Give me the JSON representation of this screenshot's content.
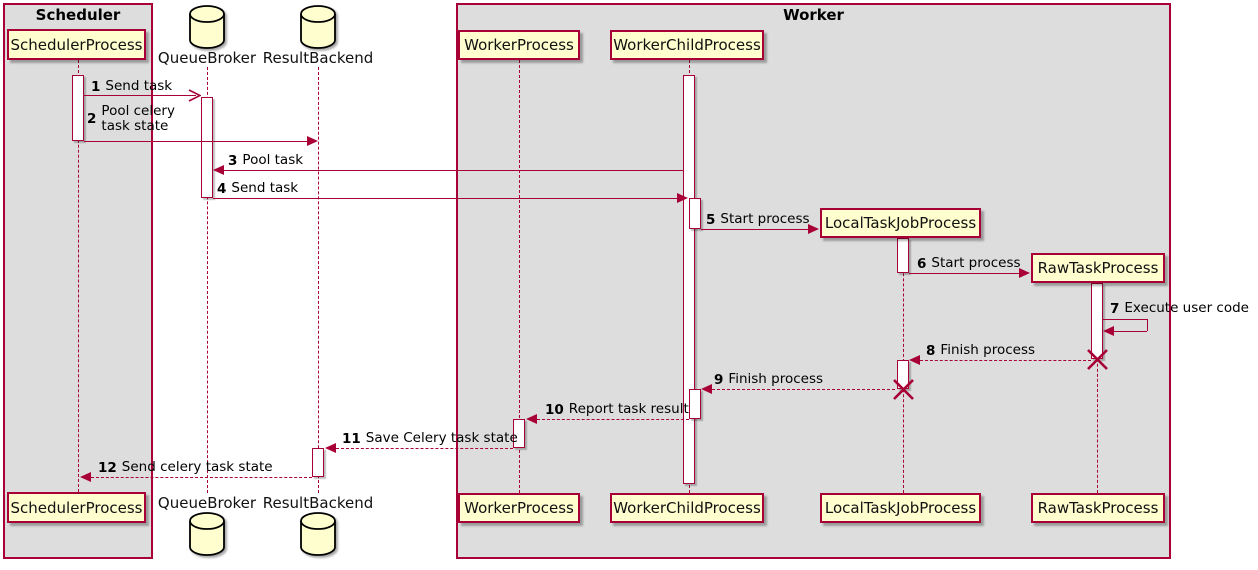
{
  "frames": {
    "scheduler": {
      "title": "Scheduler"
    },
    "worker": {
      "title": "Worker"
    }
  },
  "participants": {
    "scheduler_process": "SchedulerProcess",
    "queue_broker": "QueueBroker",
    "result_backend": "ResultBackend",
    "worker_process": "WorkerProcess",
    "worker_child_process": "WorkerChildProcess",
    "local_task_job_process": "LocalTaskJobProcess",
    "raw_task_process": "RawTaskProcess"
  },
  "messages": [
    {
      "num": "1",
      "text": "Send task"
    },
    {
      "num": "2",
      "text": "Pool celery\ntask state"
    },
    {
      "num": "3",
      "text": "Pool task"
    },
    {
      "num": "4",
      "text": "Send task"
    },
    {
      "num": "5",
      "text": "Start process"
    },
    {
      "num": "6",
      "text": "Start process"
    },
    {
      "num": "7",
      "text": "Execute user code"
    },
    {
      "num": "8",
      "text": "Finish process"
    },
    {
      "num": "9",
      "text": "Finish process"
    },
    {
      "num": "10",
      "text": "Report task result"
    },
    {
      "num": "11",
      "text": "Save Celery task state"
    },
    {
      "num": "12",
      "text": "Send celery task state"
    }
  ],
  "colors": {
    "accent": "#A80036",
    "participant_fill": "#FEFECE",
    "frame_fill": "#DDDDDD"
  }
}
